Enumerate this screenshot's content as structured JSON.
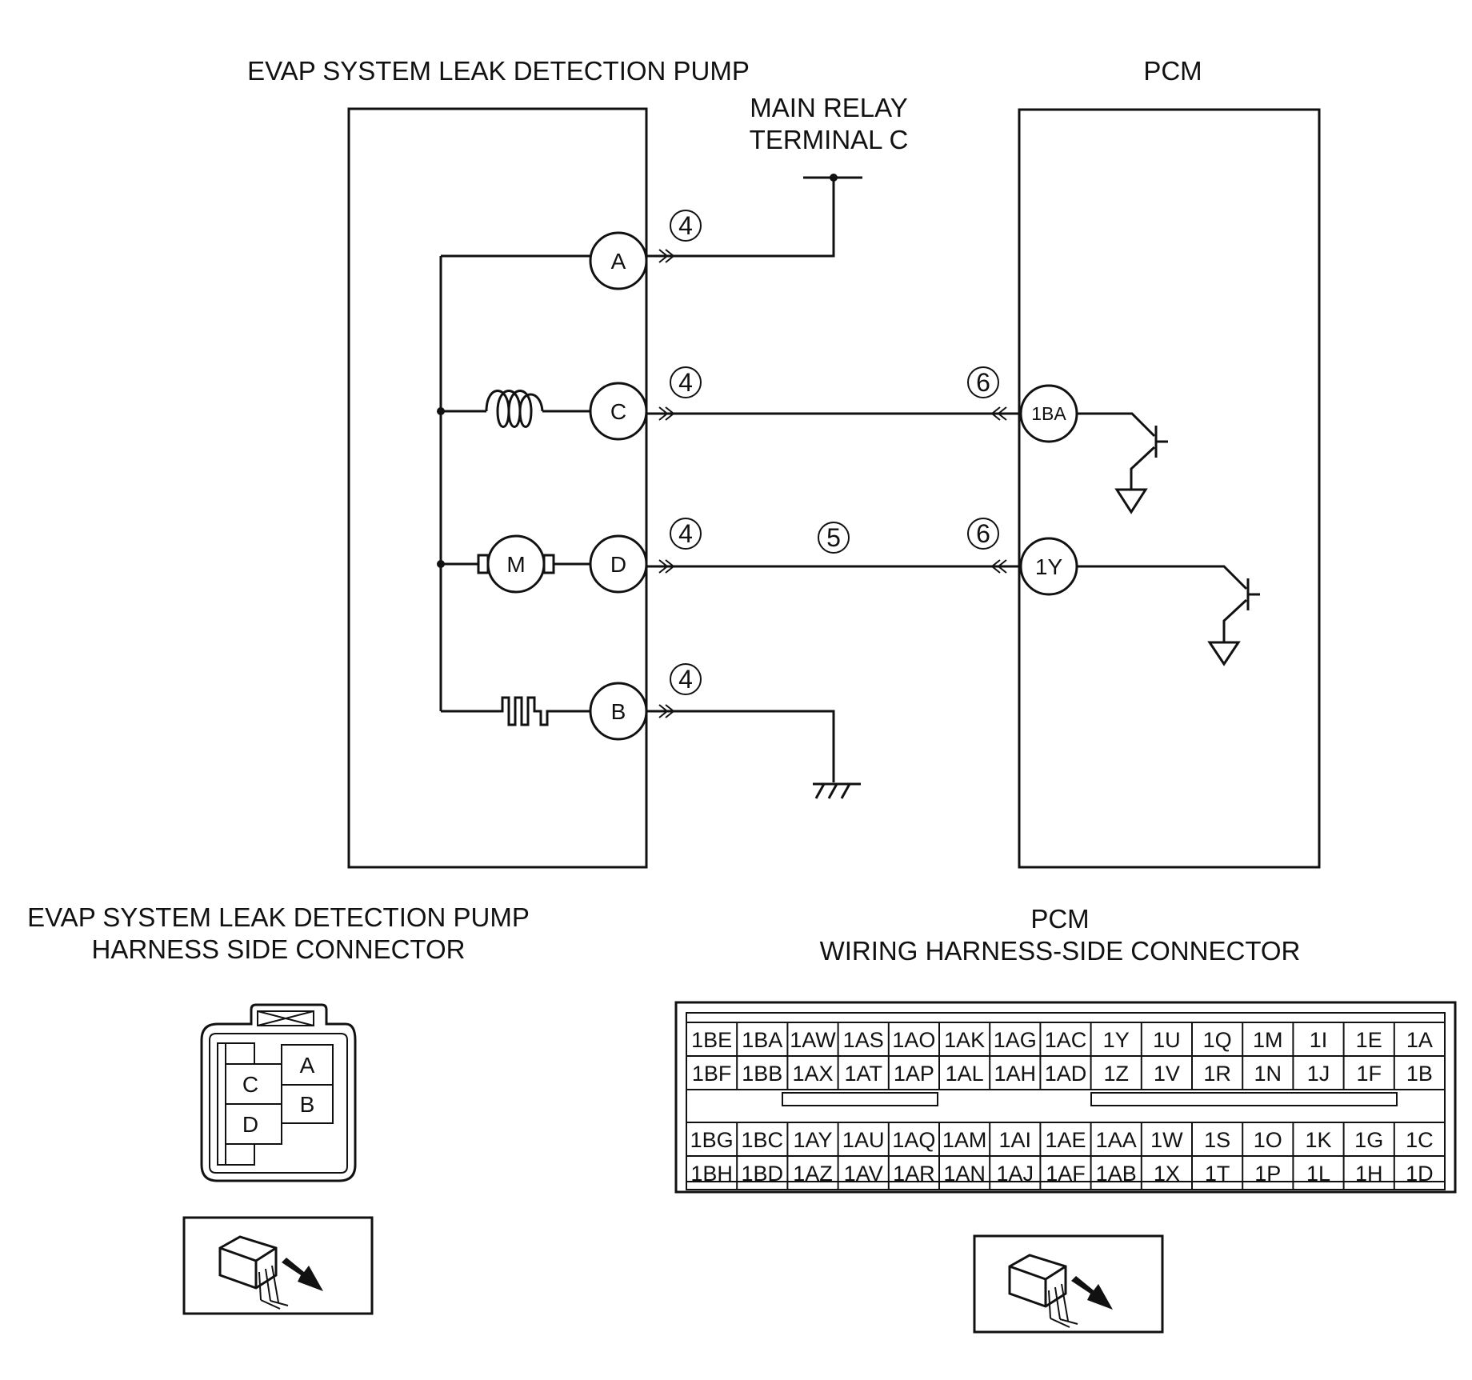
{
  "titles": {
    "pump": "EVAP SYSTEM LEAK DETECTION PUMP",
    "pcm": "PCM",
    "main_relay_line1": "MAIN RELAY",
    "main_relay_line2": "TERMINAL C",
    "pump_connector_line1": "EVAP SYSTEM LEAK DETECTION PUMP",
    "pump_connector_line2": "HARNESS SIDE CONNECTOR",
    "pcm_connector_line1": "PCM",
    "pcm_connector_line2": "WIRING HARNESS-SIDE CONNECTOR"
  },
  "pump_terminals": {
    "A": "A",
    "C": "C",
    "D": "D",
    "B": "B",
    "motor": "M"
  },
  "pcm_terminals": {
    "t1BA": "1BA",
    "t1Y": "1Y"
  },
  "wire_numbers": {
    "a_pump": "4",
    "c_pump": "4",
    "c_pcm": "6",
    "d_pump": "4",
    "d_mid": "5",
    "d_pcm": "6",
    "b_pump": "4"
  },
  "pump_connector_cells": {
    "A": "A",
    "B": "B",
    "C": "C",
    "D": "D"
  },
  "pcm_connector": {
    "upper": [
      [
        "1BE",
        "1BA",
        "1AW",
        "1AS",
        "1AO",
        "1AK",
        "1AG",
        "1AC",
        "1Y",
        "1U",
        "1Q",
        "1M",
        "1I",
        "1E",
        "1A"
      ],
      [
        "1BF",
        "1BB",
        "1AX",
        "1AT",
        "1AP",
        "1AL",
        "1AH",
        "1AD",
        "1Z",
        "1V",
        "1R",
        "1N",
        "1J",
        "1F",
        "1B"
      ]
    ],
    "lower": [
      [
        "1BG",
        "1BC",
        "1AY",
        "1AU",
        "1AQ",
        "1AM",
        "1AI",
        "1AE",
        "1AA",
        "1W",
        "1S",
        "1O",
        "1K",
        "1G",
        "1C"
      ],
      [
        "1BH",
        "1BD",
        "1AZ",
        "1AV",
        "1AR",
        "1AN",
        "1AJ",
        "1AF",
        "1AB",
        "1X",
        "1T",
        "1P",
        "1L",
        "1H",
        "1D"
      ]
    ]
  }
}
